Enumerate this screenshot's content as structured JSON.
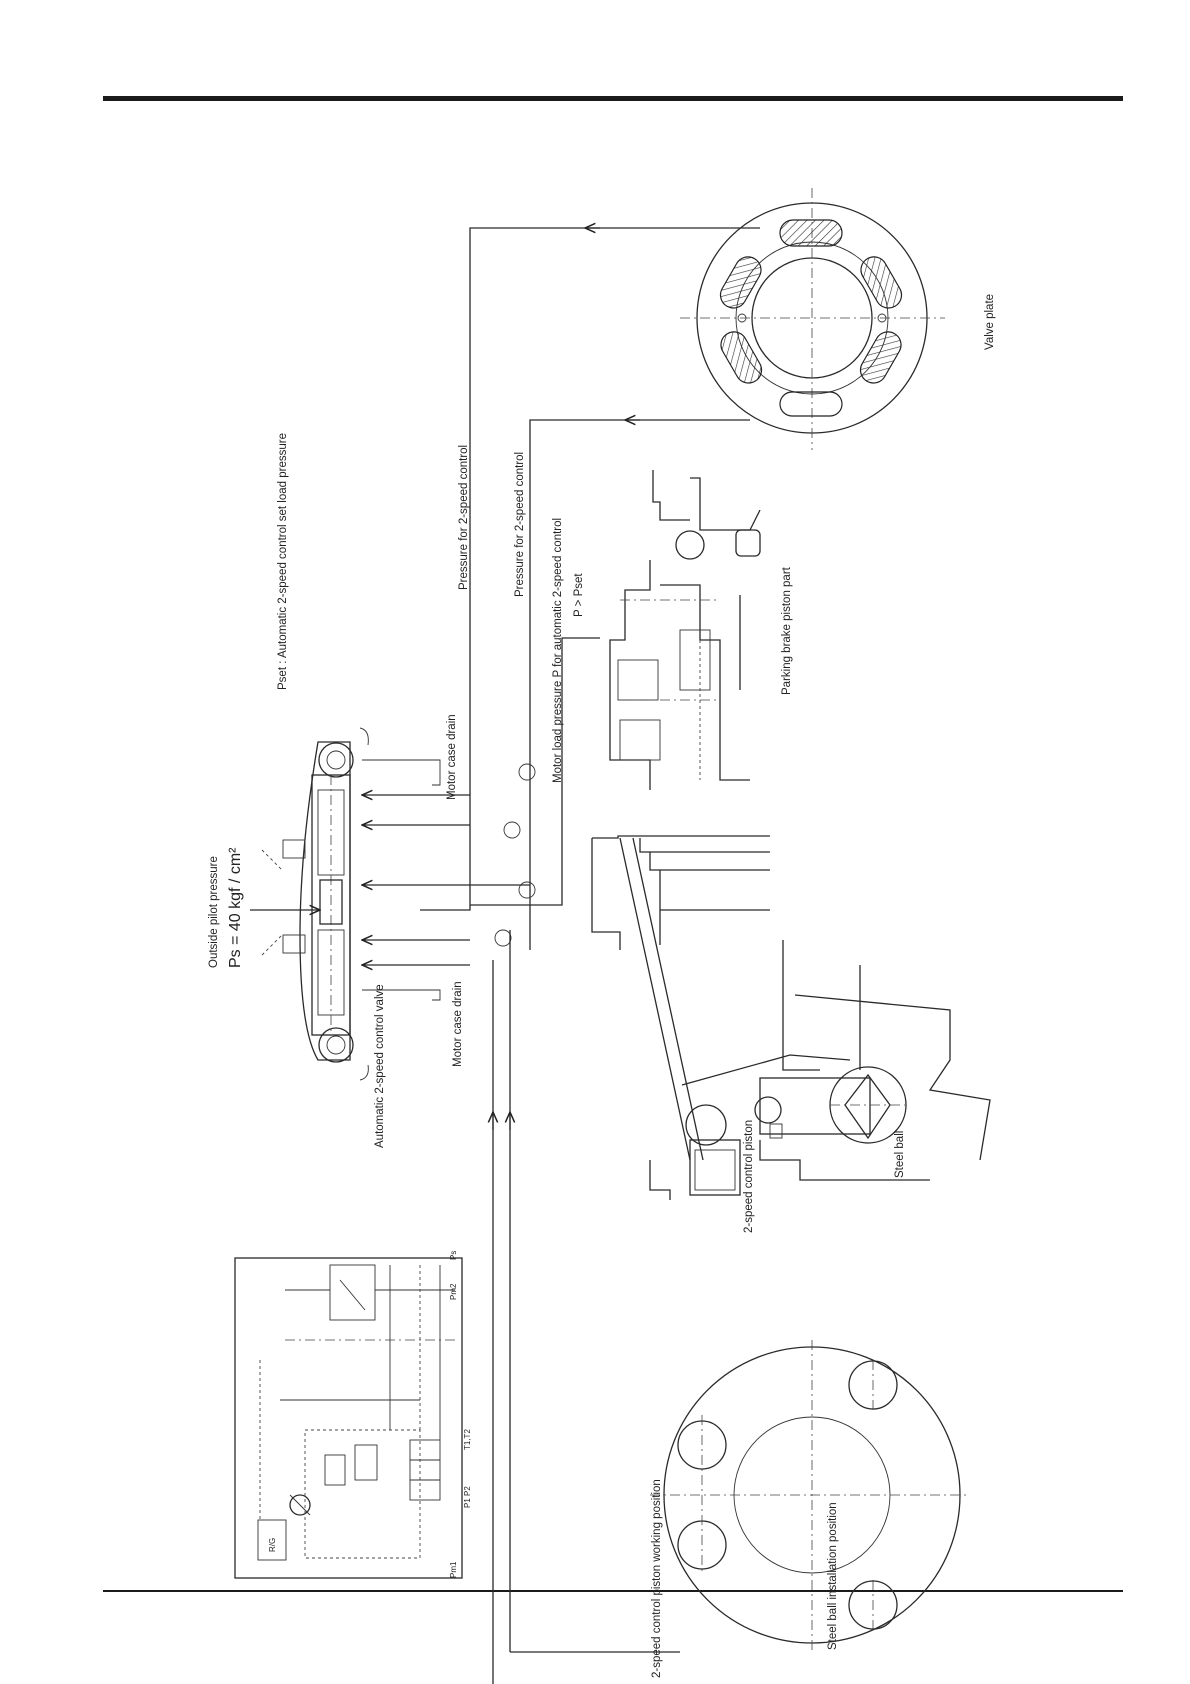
{
  "labels": {
    "pset_note": "Pset : Automatic 2-speed control set load pressure",
    "pressure_2speed_a": "Pressure for 2-speed control",
    "pressure_2speed_b": "Pressure for 2-speed control",
    "motor_load_pressure": "Motor load pressure P for automatic 2-speed control",
    "p_gt_pset": "P  >  Pset",
    "parking_brake": "Parking brake piston part",
    "valve_plate": "Valve plate",
    "motor_case_drain_top": "Motor case drain",
    "motor_case_drain_bottom": "Motor case drain",
    "outside_pilot": "Outside pilot pressure",
    "ps_value": "Ps = 40  kgf / cm²",
    "auto_valve": "Automatic 2-speed control valve",
    "steel_ball": "Steel ball",
    "control_piston": "2-speed control piston",
    "piston_working_position": "2-speed control piston working position",
    "steel_ball_install": "Steel ball installation position"
  },
  "schematic": {
    "rg_box": "R/G",
    "ps": "Ps",
    "pm2": "Pm2",
    "pm1": "Pm1",
    "p1p2": "P1 P2",
    "t1t2": "T1,T2"
  }
}
